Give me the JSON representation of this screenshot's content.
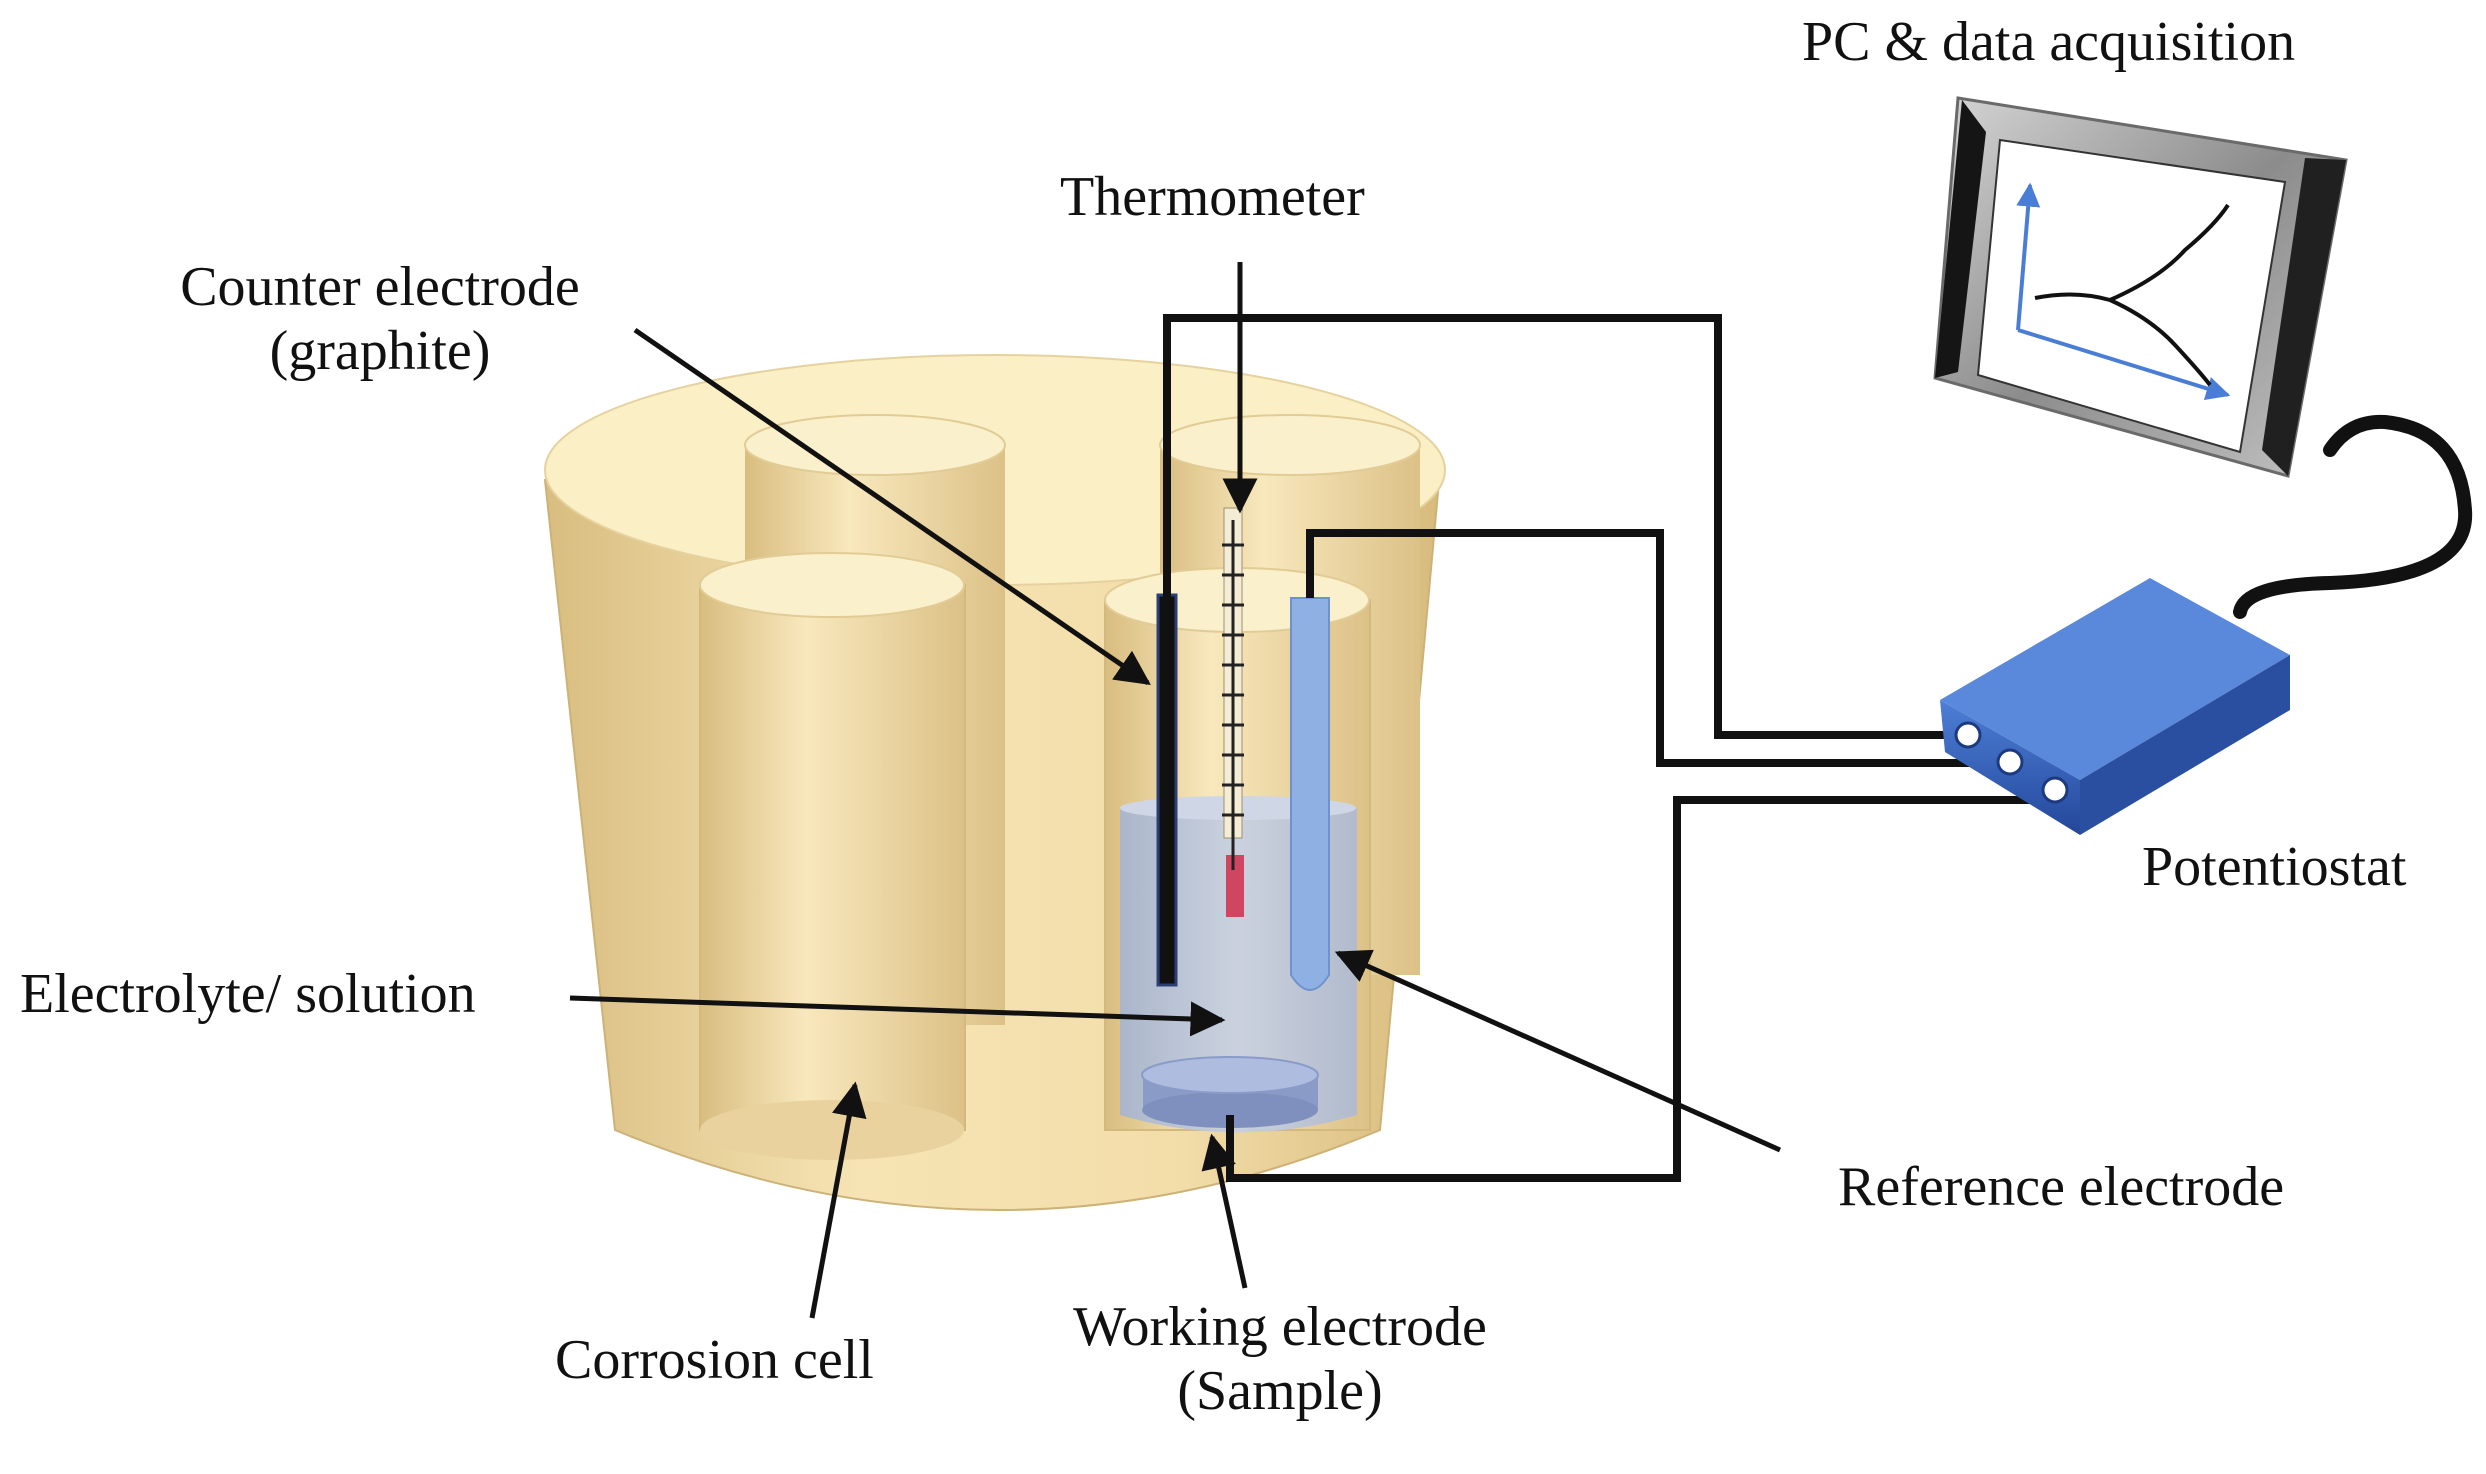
{
  "labels": {
    "pc": "PC & data acquisition",
    "thermometer": "Thermometer",
    "counter_line1": "Counter electrode",
    "counter_line2": "(graphite)",
    "electrolyte": "Electrolyte/ solution",
    "potentiostat": "Potentiostat",
    "reference": "Reference electrode",
    "corrosion_cell": "Corrosion cell",
    "working_line1": "Working electrode",
    "working_line2": "(Sample)"
  },
  "colors": {
    "cell_body": "#f1dfae",
    "cell_top": "#fbefc6",
    "potentiostat": "#2f5fb7",
    "solution": "#b8c5dc",
    "reference_tube": "#8fb0e2",
    "sample": "#9eaed8",
    "thermometer_bulb": "#d0455f",
    "wire": "#111111",
    "screen_axis": "#4a7ed6"
  }
}
